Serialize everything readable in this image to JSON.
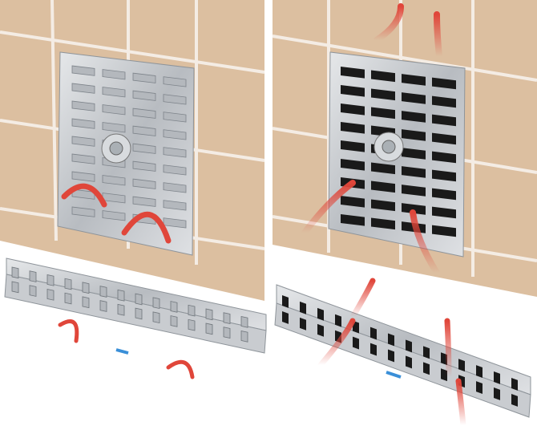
{
  "colors": {
    "tile": "#dcbfa0",
    "grout": "#f4ece4",
    "metal": "#c9ccd0",
    "metal_dark": "#8e949a",
    "slot_closed": "#b4b8bd",
    "slot_open": "#1a1a1a",
    "airflow_arrow": "#e0463a"
  },
  "panels": [
    {
      "state": "closed",
      "airflow": "recirculating"
    },
    {
      "state": "open",
      "airflow": "through"
    }
  ]
}
